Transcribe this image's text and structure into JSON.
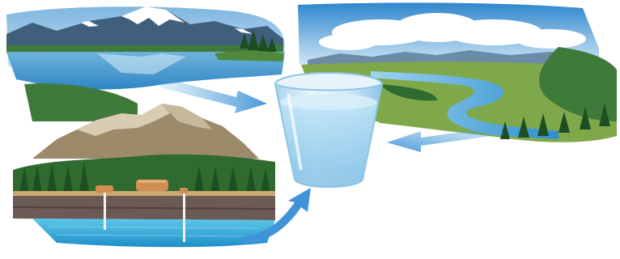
{
  "illustration": {
    "panels": [
      {
        "name": "lake-with-mountains",
        "icon": "mountain-lake-icon"
      },
      {
        "name": "river-valley",
        "icon": "river-icon"
      },
      {
        "name": "groundwater-wells",
        "icon": "well-icon"
      }
    ],
    "center": {
      "name": "drinking-water-glass",
      "icon": "water-glass-icon"
    },
    "flow_arrows": [
      {
        "from": "lake-with-mountains",
        "to": "drinking-water-glass"
      },
      {
        "from": "river-valley",
        "to": "drinking-water-glass"
      },
      {
        "from": "groundwater-wells",
        "to": "drinking-water-glass"
      }
    ],
    "colors": {
      "sky": "#bcdcf0",
      "snow": "#ffffff",
      "mountain": "#3f5f7c",
      "water": "#4fa7d6",
      "forest": "#2f6a2f",
      "soil": "#6b5a55",
      "aquifer": "#3fb4dd",
      "arrow": "#5aa9df",
      "glass": "#d9edf8"
    }
  }
}
